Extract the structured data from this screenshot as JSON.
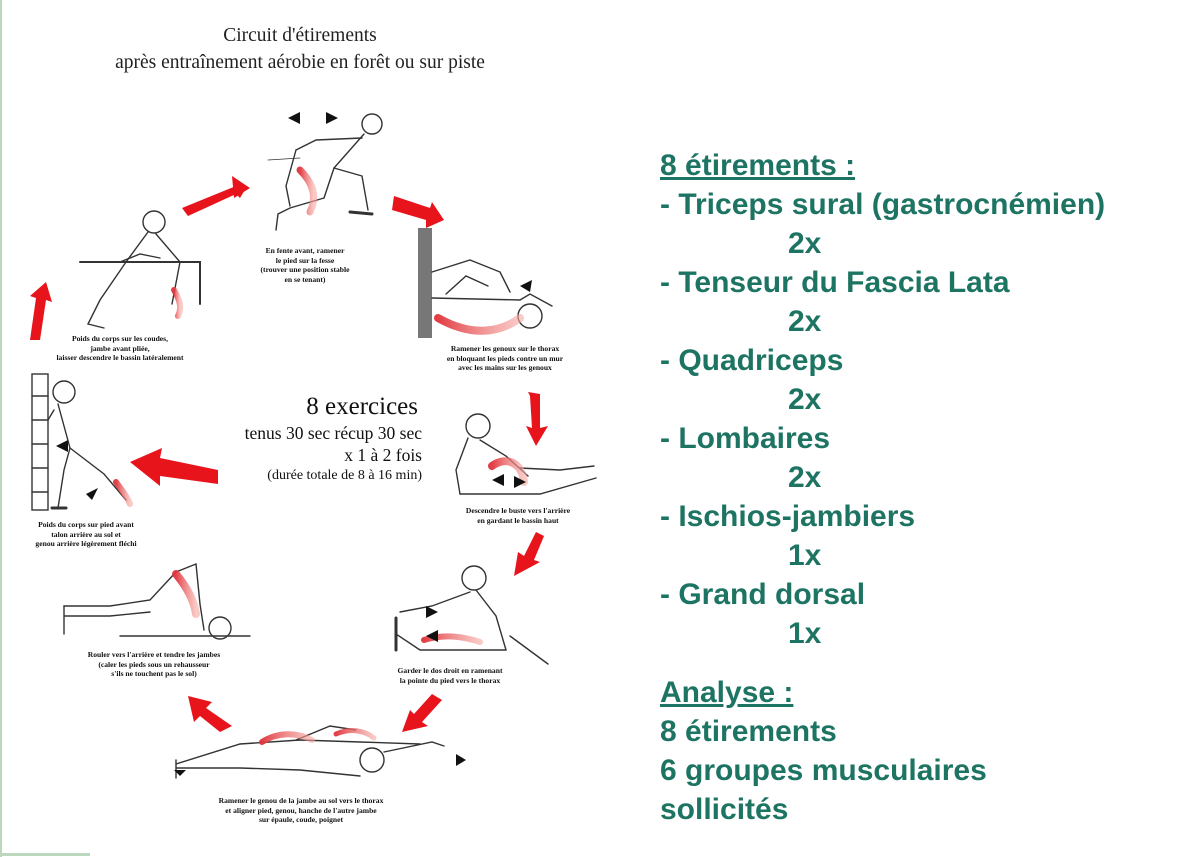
{
  "circuit": {
    "title_line1": "Circuit d'étirements",
    "title_line2": "après entraînement aérobie en forêt ou sur piste"
  },
  "center": {
    "title": "8 exercices",
    "line1": "tenus 30 sec récup 30 sec",
    "line2": "x 1 à 2 fois",
    "line3": "(durée totale de 8 à 16 min)"
  },
  "exercises": [
    {
      "caption": [
        "En fente  avant, ramener",
        "le pied sur la fesse",
        "(trouver une position stable",
        "en se tenant)"
      ]
    },
    {
      "caption": [
        "Ramener les genoux sur le thorax",
        "en bloquant les pieds contre un mur",
        "avec les mains sur les genoux"
      ]
    },
    {
      "caption": [
        "Descendre le buste vers l'arrière",
        "en gardant le bassin haut"
      ]
    },
    {
      "caption": [
        "Garder le dos droit en ramenant",
        "la pointe du pied vers le thorax"
      ]
    },
    {
      "caption": [
        "Ramener le genou de la jambe au sol vers le thorax",
        "et aligner pied, genou, hanche de l'autre jambe",
        "sur épaule, coude, poignet"
      ]
    },
    {
      "caption": [
        "Rouler vers l'arrière et tendre les jambes",
        "(caler les pieds sous un rehausseur",
        "s'ils ne touchent pas le sol)"
      ]
    },
    {
      "caption": [
        "Poids du corps sur pied avant",
        "talon arrière au sol et",
        "genou arrière légèrement fléchi"
      ]
    },
    {
      "caption": [
        "Poids du corps sur les coudes,",
        "jambe avant pliée,",
        "laisser descendre le bassin latéralement"
      ]
    }
  ],
  "summary": {
    "heading": "8 étirements :",
    "items": [
      {
        "name": "- Triceps sural (gastrocnémien)",
        "reps": "2x"
      },
      {
        "name": "- Tenseur du Fascia Lata",
        "reps": "2x"
      },
      {
        "name": "- Quadriceps",
        "reps": "2x"
      },
      {
        "name": "- Lombaires",
        "reps": "2x"
      },
      {
        "name": "- Ischios-jambiers",
        "reps": "1x"
      },
      {
        "name": "- Grand dorsal",
        "reps": "1x"
      }
    ],
    "analysis_heading": "Analyse :",
    "analysis_line1": "8 étirements",
    "analysis_line2": "6 groupes musculaires",
    "analysis_line3": "sollicités"
  },
  "colors": {
    "accent_green": "#1e7463",
    "arrow_red": "#e8141c",
    "muscle_highlight": "#e0343c",
    "line_art": "#333333"
  }
}
